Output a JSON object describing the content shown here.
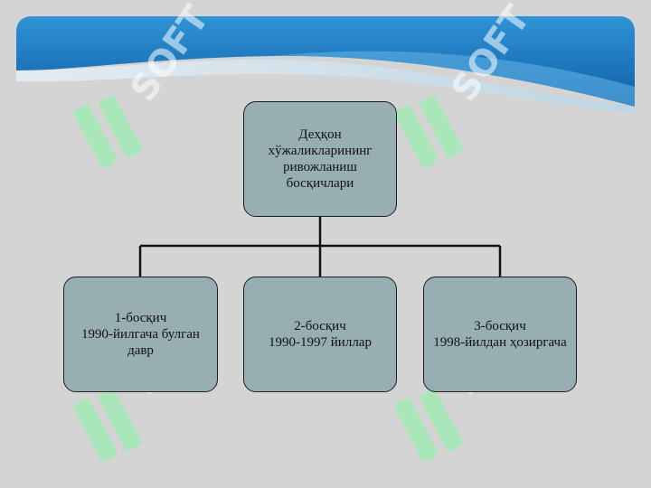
{
  "watermark": {
    "text": "SOFT",
    "logo_icon": "hp-logo-icon"
  },
  "diagram": {
    "root": {
      "lines": [
        "Деҳқон",
        "хўжаликларининг",
        "ривожланиш",
        "босқичлари"
      ]
    },
    "children": [
      {
        "lines": [
          "1-босқич",
          "1990-йилгача булган",
          "давр"
        ]
      },
      {
        "lines": [
          "2-босқич",
          "1990-1997 йиллар"
        ]
      },
      {
        "lines": [
          "3-босқич",
          "1998-йилдан ҳозиргача"
        ]
      }
    ]
  },
  "colors": {
    "background": "#d4d4d4",
    "node_fill": "#97afb3",
    "header_blue": "#1a7fc4",
    "watermark_green": "#a9e6b9"
  }
}
